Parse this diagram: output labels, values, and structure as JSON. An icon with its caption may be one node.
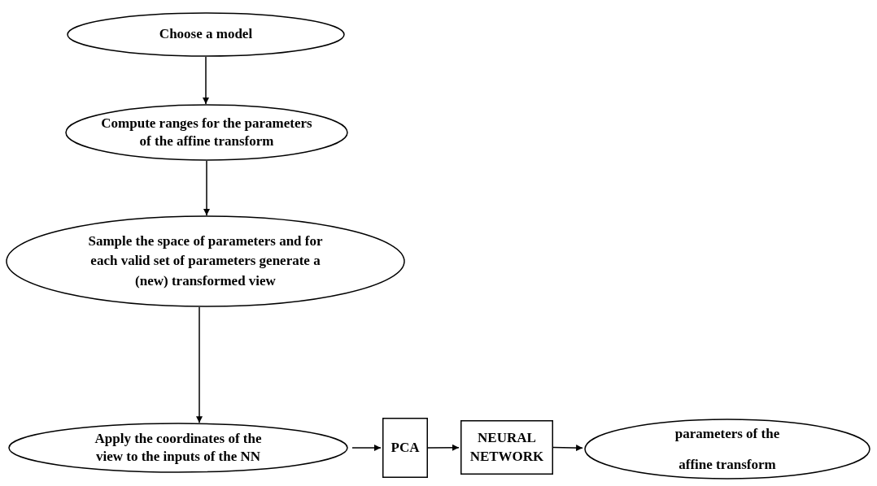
{
  "diagram": {
    "nodes": [
      {
        "text": [
          "Choose a model"
        ]
      },
      {
        "text": [
          "Compute ranges  for the parameters of  the affine transform"
        ]
      },
      {
        "text": [
          "Sample the space of  parameters and for each valid set of parameters generate a (new) transformed view"
        ]
      },
      {
        "text": [
          "Apply the  coordinates of the view to  the inputs of the NN"
        ]
      },
      {
        "text": [
          "PCA"
        ]
      },
      {
        "text": [
          "NEURAL NETWORK"
        ]
      },
      {
        "text": [
          "parameters of the affine transform"
        ]
      }
    ],
    "edges": [
      {
        "from": 0,
        "to": 1,
        "arrow": "to"
      },
      {
        "from": 1,
        "to": 2,
        "arrow": "to"
      },
      {
        "from": 2,
        "to": 3,
        "arrow": "to"
      },
      {
        "from": 3,
        "to": 4,
        "arrow": "to"
      },
      {
        "from": 4,
        "to": 5,
        "arrow": "to"
      },
      {
        "from": 5,
        "to": 6,
        "arrow": "to"
      }
    ]
  }
}
